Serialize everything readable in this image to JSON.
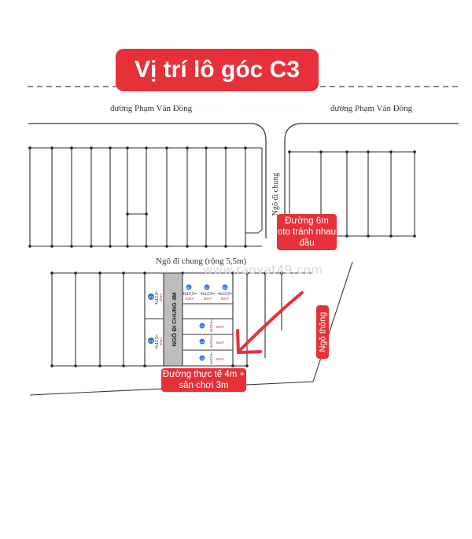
{
  "title": "Vị trí lô góc C3",
  "roads": {
    "top_left": "đường Phạm Văn Đồng",
    "top_right": "đường Phạm Văn Đồng",
    "lane_vertical": "Ngõ đi chung",
    "lane_horizontal": "Ngõ đi chung (rộng 5,5m)",
    "common_lane_4m": "NGÕ ĐI CHUNG 4M"
  },
  "annotations": {
    "road_6m_line1": "Đường 6m",
    "road_6m_line2": "oto tránh nhau",
    "road_6m_line3": "đầu",
    "actual_road_line1": "Đường thực tế 4m +",
    "actual_road_line2": "sân chơi 3m",
    "through_lane": "Ngõ thông"
  },
  "watermark": "www.raovat49.com",
  "lots": [
    {
      "num": "C2",
      "size": "4x12,5=",
      "area": "50m²"
    },
    {
      "num": "C1",
      "size": "4x12,5=",
      "area": "50m²"
    },
    {
      "num": "B1",
      "size": "4x12,5=",
      "area": "50m²"
    },
    {
      "num": "B2",
      "size": "4x12,5=",
      "area": "50m²"
    },
    {
      "num": "B3",
      "size": "4x12,5=",
      "area": "50m²"
    },
    {
      "num": "C3",
      "size": "4x12,5=",
      "area": "50m²"
    },
    {
      "num": "C4",
      "size": "4x12,5=",
      "area": "50m²"
    },
    {
      "num": "C5",
      "size": "4x12,5=",
      "area": "50m²"
    }
  ],
  "colors": {
    "accent": "#e8303a",
    "lot_number": "#2f6fd6",
    "area_text": "#c0306a",
    "common_lane": "#bdbdbd"
  }
}
